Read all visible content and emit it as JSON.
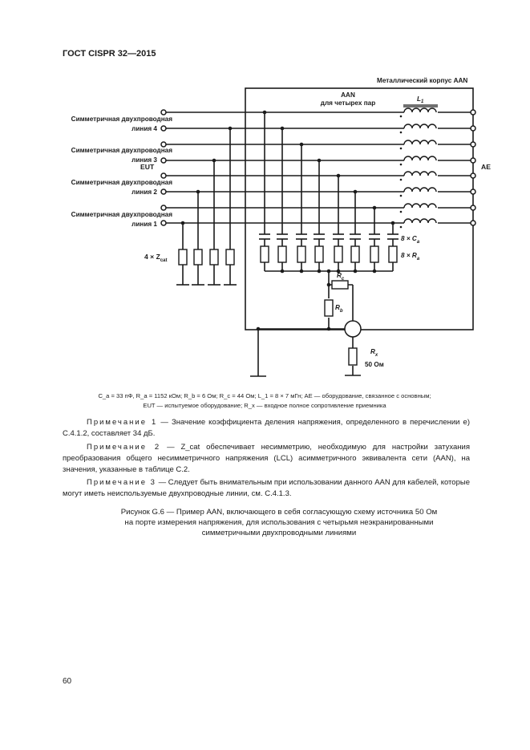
{
  "header": {
    "standard": "ГОСТ CISPR 32—2015"
  },
  "diagram": {
    "enclosure_label": "Металлический корпус AAN",
    "aan_title": "AAN",
    "aan_subtitle": "для четырех пар",
    "l1": "L",
    "l1_sub": "1",
    "line4_a": "Симметричная двухпроводная",
    "line4_b": "линия 4",
    "line3_a": "Симметричная двухпроводная",
    "line3_b": "линия 3",
    "line2_a": "Симметричная двухпроводная",
    "line2_b": "линия 2",
    "line1_a": "Симметричная двухпроводная",
    "line1_b": "линия 1",
    "eut": "EUT",
    "ae": "AE",
    "zcat_prefix": "4 × Z",
    "zcat_sub": "cat",
    "ca_prefix": "8 × C",
    "ca_sub": "a",
    "ra_prefix": "8 × R",
    "ra_sub": "a",
    "rc": "R",
    "rc_sub": "c",
    "rb": "R",
    "rb_sub": "b",
    "rx": "R",
    "rx_sub": "x",
    "ohm50": "50 Ом"
  },
  "legend": {
    "line1": "C_a = 33 пФ, R_a = 1152 кОм; R_b = 6 Ом; R_c = 44 Ом; L_1 = 8 × 7 мГн; AE — оборудование, связанное с основным;",
    "line2": "EUT — испытуемое оборудование; R_x — входное полное сопротивление приемника"
  },
  "notes": [
    {
      "lead": "Примечание 1",
      "text": " — Значение коэффициента деления напряжения, определенного в перечислении е) С.4.1.2, составляет 34 дБ."
    },
    {
      "lead": "Примечание 2",
      "text": " — Z_cat обеспечивает несимметрию, необходимую для настройки затухания преобразования общего несимметричного напряжения (LCL) асимметричного эквивалента сети (AAN), на значения, указанные в таблице С.2."
    },
    {
      "lead": "Примечание 3",
      "text": " — Следует быть внимательным при использовании данного AAN для кабелей, которые могут иметь неиспользуемые двухпроводные линии, см. С.4.1.3."
    }
  ],
  "figure_caption": {
    "line1": "Рисунок G.6 — Пример AAN, включающего в себя согласующую схему источника 50 Ом",
    "line2": "на порте измерения напряжения, для использования с четырьмя неэкранированными",
    "line3": "симметричными двухпроводными линиями"
  },
  "page_number": "60"
}
